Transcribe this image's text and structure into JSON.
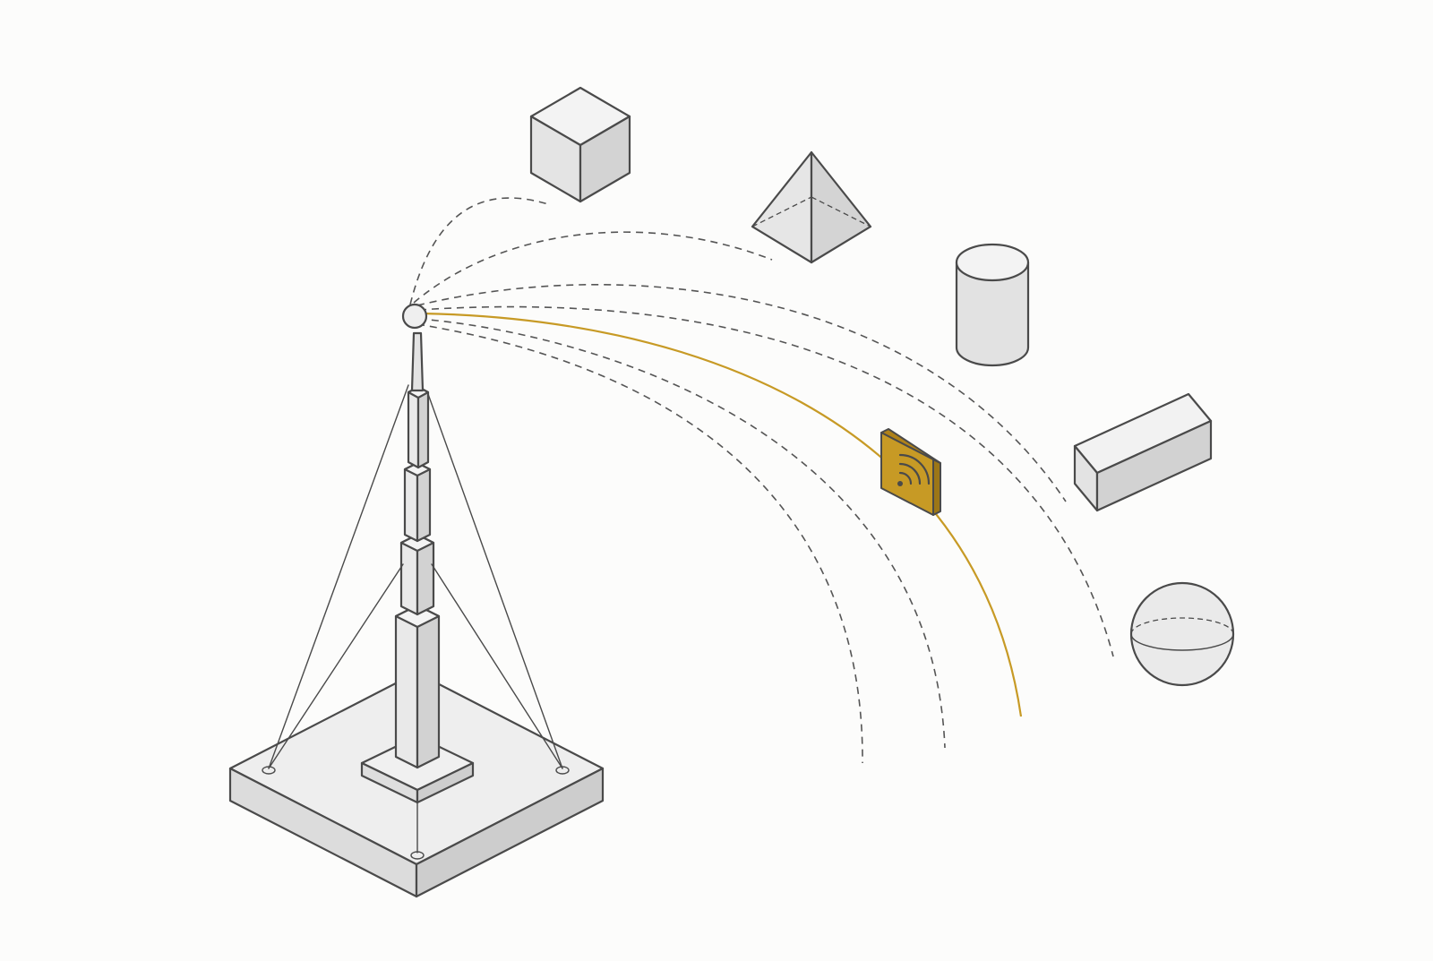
{
  "scene": {
    "kind": "isometric-illustration",
    "text_labels": []
  },
  "colors": {
    "background": "#fcfcfb",
    "outline": "#4a4a4a",
    "face_light": "#f1f1f1",
    "face_mid": "#e3e3e3",
    "face_dark": "#cfcfcf",
    "accent": "#c79a25",
    "accent_dark": "#9c7617"
  },
  "objects": {
    "transmitter": {
      "name": "antenna-tower",
      "guy_wires": 4
    },
    "targets": [
      "cube",
      "pyramid",
      "cylinder",
      "rectangular-box",
      "sphere"
    ],
    "highlighted_receiver": {
      "name": "wifi-receiver-panel",
      "icon": "wifi-icon"
    }
  },
  "signal_paths": {
    "dashed_count": 6,
    "highlighted_count": 1
  }
}
